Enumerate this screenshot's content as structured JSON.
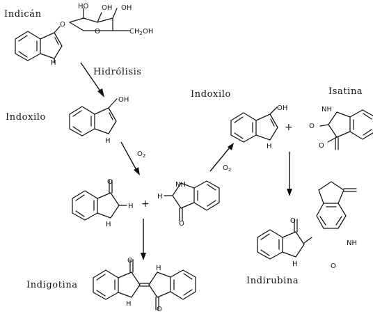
{
  "labels": {
    "indican": "Indicán",
    "hidrolisis": "Hidrólisis",
    "indoxilo_left": "Indoxilo",
    "indoxilo_right": "Indoxilo",
    "isatina": "Isatina",
    "indigotina": "Indigotina",
    "indirubina": "Indirubina"
  },
  "reagents": {
    "o2_a": "O",
    "o2_b": "O",
    "sub": "2"
  },
  "signs": {
    "plus": "+"
  },
  "atoms": {
    "o": "O",
    "oh": "OH",
    "ho": "HO",
    "nh": "NH",
    "n": "N",
    "h": "H",
    "ch2oh": "CH",
    "ch2oh_sub": "2",
    "ch2oh_tail": "OH"
  }
}
